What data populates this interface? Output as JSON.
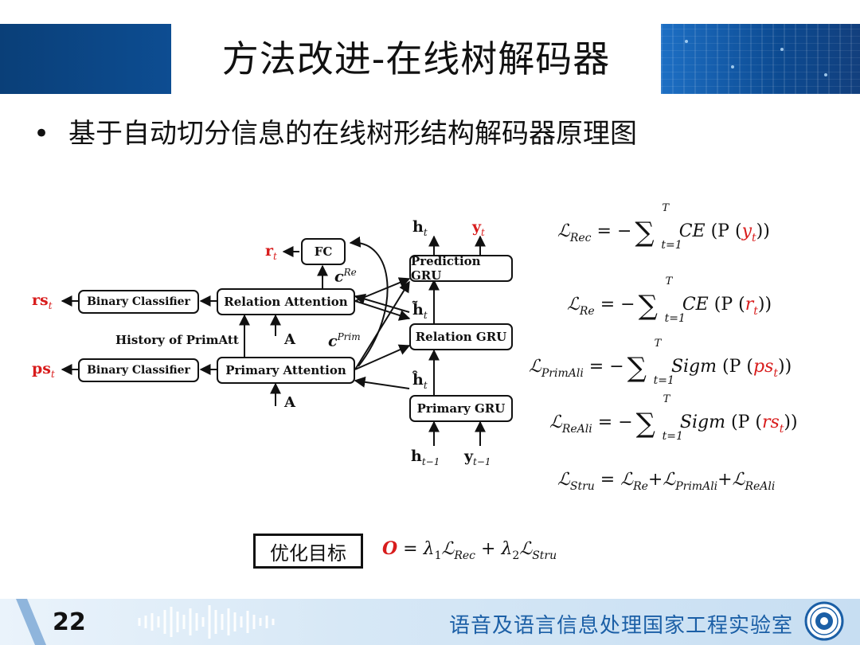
{
  "slide": {
    "title": "方法改进-在线树解码器",
    "bullet": "基于自动切分信息的在线树形结构解码器原理图",
    "page_number": "22",
    "lab_name": "语音及语言信息处理国家工程实验室"
  },
  "diagram": {
    "boxes": {
      "fc": "FC",
      "prediction_gru": "Prediction GRU",
      "relation_gru": "Relation GRU",
      "primary_gru": "Primary GRU",
      "relation_attention": "Relation Attention",
      "primary_attention": "Primary Attention",
      "binary_classifier_top": "Binary Classifier",
      "binary_classifier_bottom": "Binary Classifier"
    },
    "labels": {
      "r_t": "r",
      "rs_t": "rs",
      "ps_t": "ps",
      "h_t": "h",
      "y_t": "y",
      "h_tilde": "h̃",
      "h_hat": "ĥ",
      "h_prev": "h",
      "y_prev": "y",
      "c_re": "c",
      "c_re_sup": "Re",
      "c_prim": "c",
      "c_prim_sup": "Prim",
      "sub_t": "t",
      "sub_tm1": "t−1",
      "history": "History of PrimAtt",
      "A1": "A",
      "A2": "A"
    }
  },
  "formulas": {
    "rec_sub": "Rec",
    "re_sub": "Re",
    "primali_sub": "PrimAli",
    "reali_sub": "ReAli",
    "stru_sub": "Stru",
    "script_L": "ℒ",
    "eq_minus": "= −",
    "sum_top": "T",
    "sum_bottom": "t=1",
    "ce": "CE",
    "sigm": "Sigm",
    "p_open": "(P (",
    "p_close": "))",
    "y_t": "y",
    "r_t": "r",
    "ps_t": "ps",
    "rs_t": "rs",
    "t": "t",
    "stru_eq": "=",
    "plus": "+"
  },
  "objective": {
    "box_label": "优化目标",
    "O": "O",
    "eq": "=",
    "lambda1": "λ",
    "lambda_sub1": "1",
    "lambda2": "λ",
    "lambda_sub2": "2",
    "plus": "+"
  },
  "colors": {
    "header_blue": "#0d4d92",
    "accent_red": "#d81c1c",
    "lab_blue": "#1b5fa6"
  }
}
